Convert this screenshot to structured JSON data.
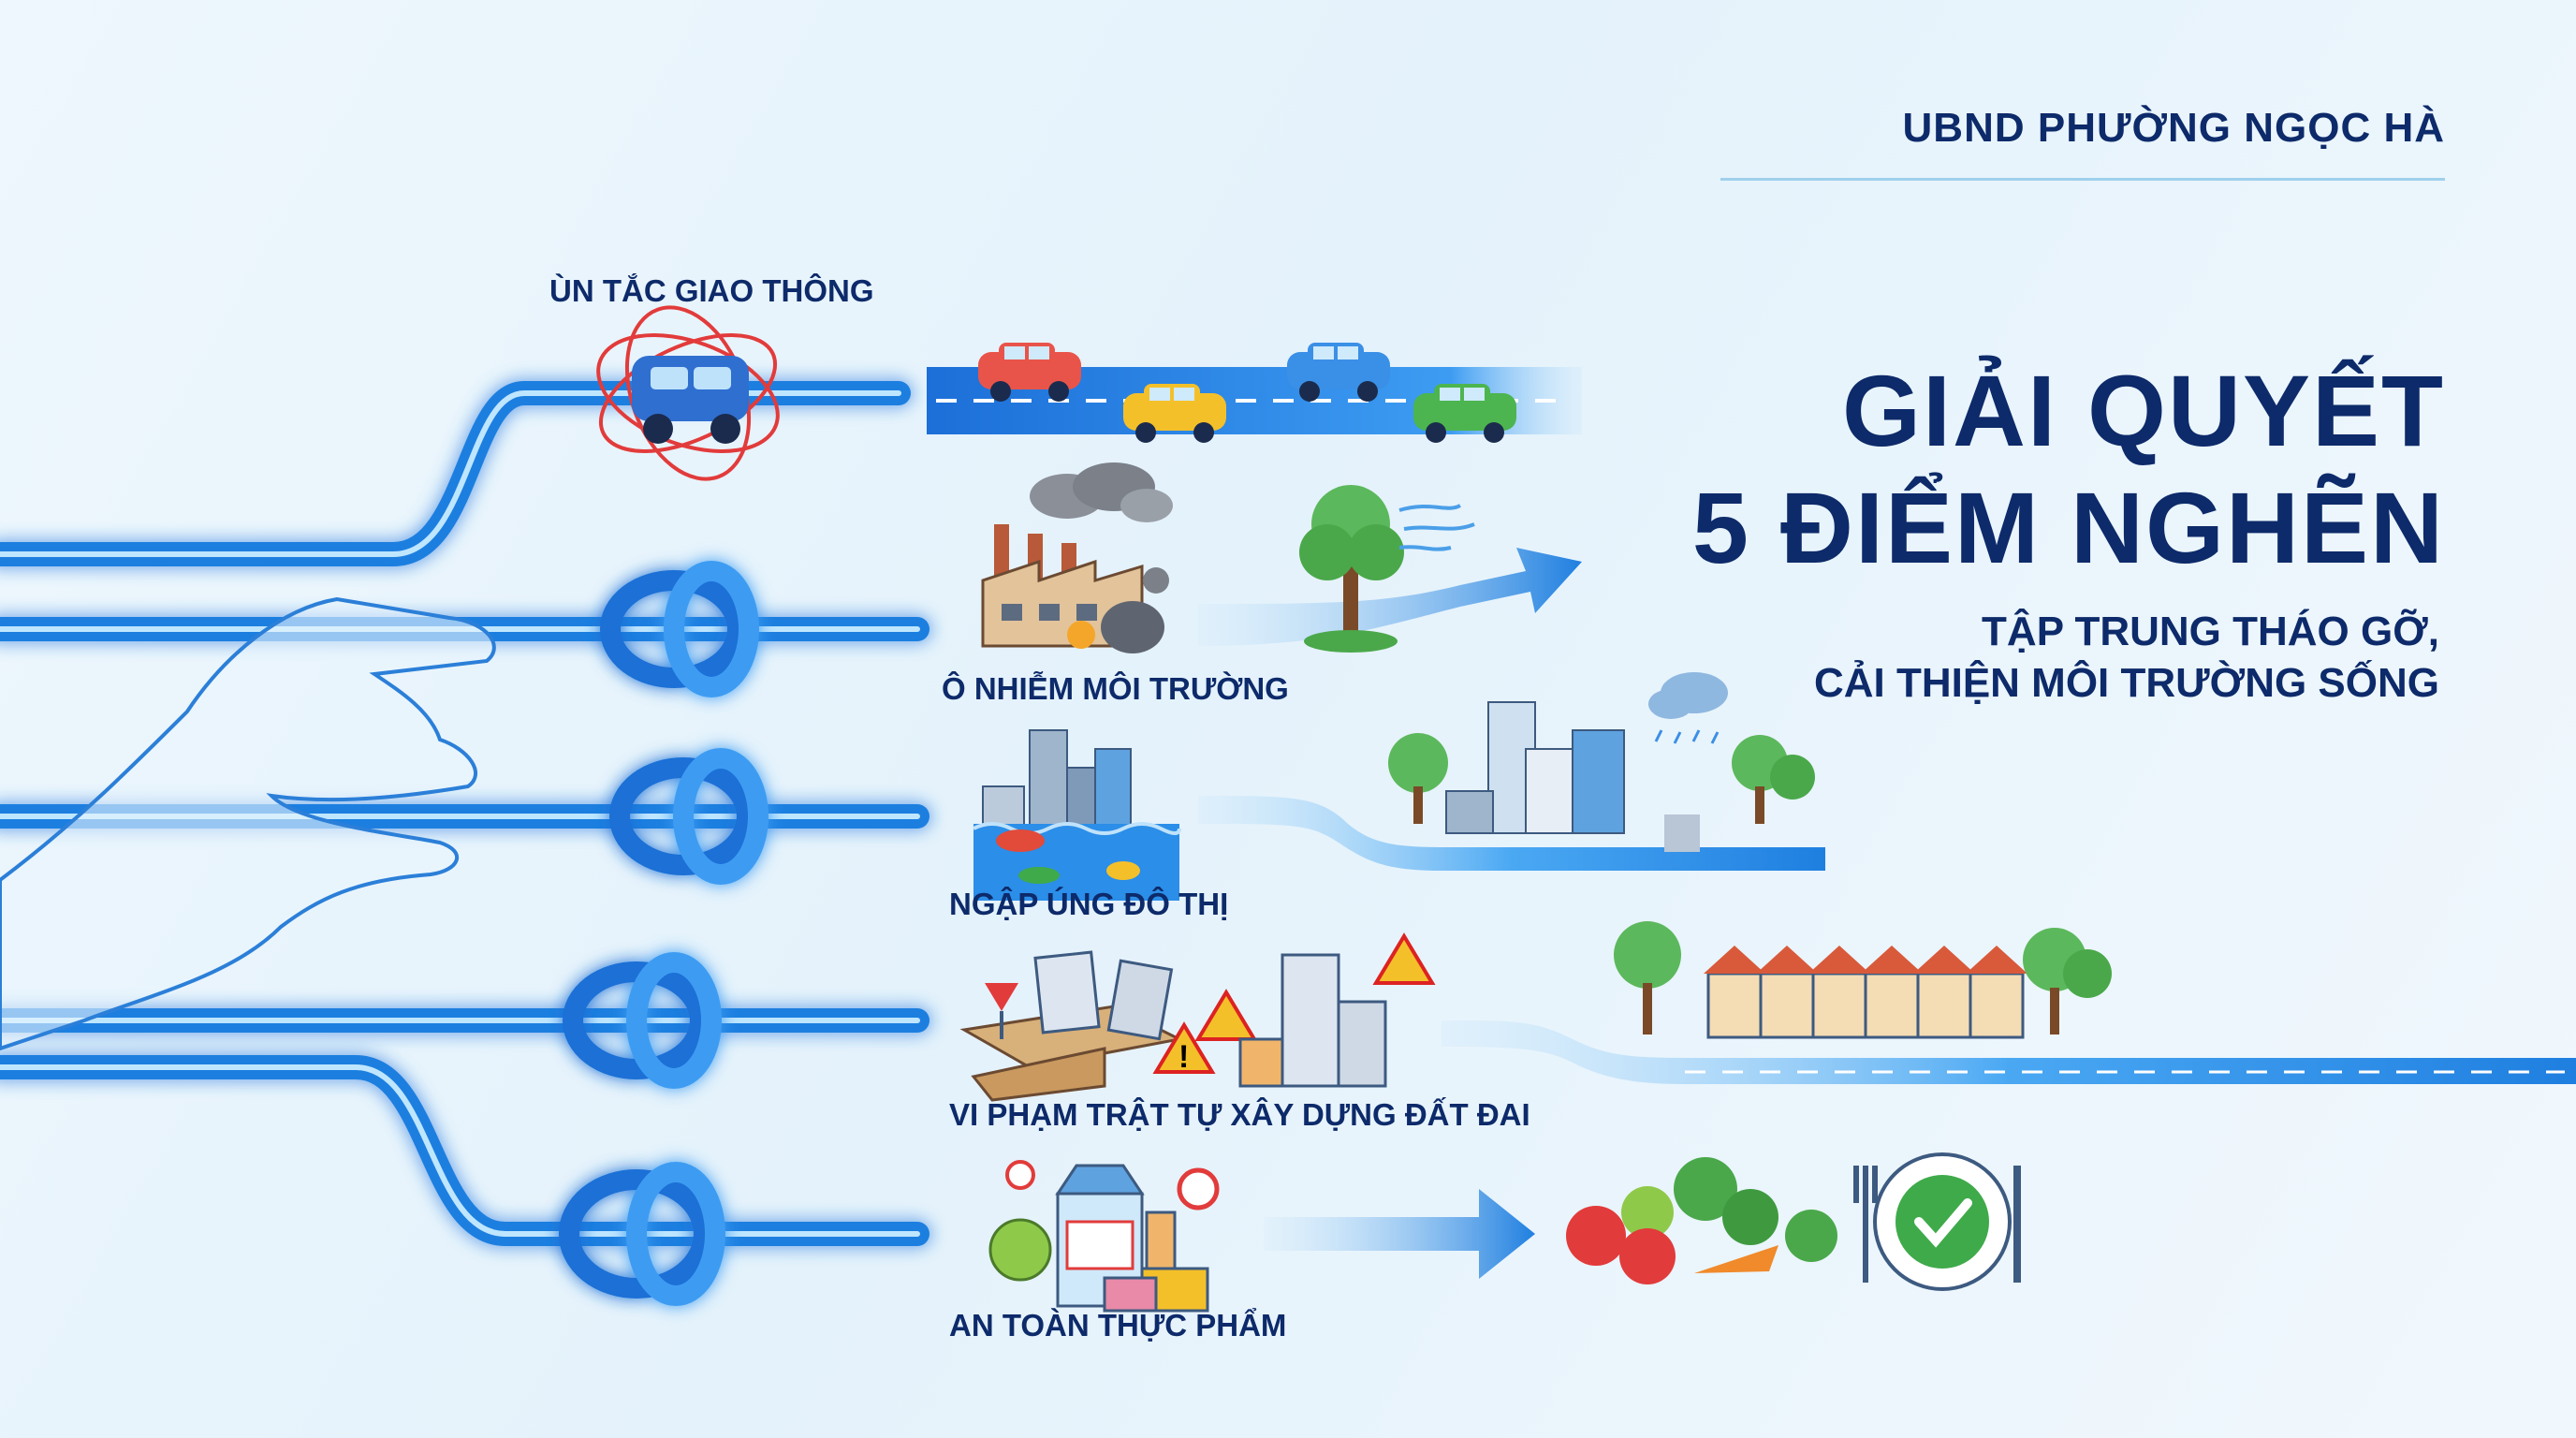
{
  "header": {
    "organization": "UBND PHƯỜNG NGỌC HÀ",
    "title_line1": "GIẢI QUYẾT",
    "title_line2": "5 ĐIỂM NGHẼN",
    "subtitle_line1": "TẬP TRUNG THÁO GỠ,",
    "subtitle_line2": "CẢI THIỆN MÔI TRƯỜNG SỐNG"
  },
  "bottlenecks": [
    {
      "label": "ÙN TẮC GIAO THÔNG",
      "icon": "traffic-jam-icon",
      "outcome_icon": "smooth-traffic-icon"
    },
    {
      "label": "Ô NHIỄM MÔI TRƯỜNG",
      "icon": "polluting-factory-icon",
      "outcome_icon": "clean-air-tree-icon"
    },
    {
      "label": "NGẬP ÚNG ĐÔ THỊ",
      "icon": "flooded-city-icon",
      "outcome_icon": "drained-green-city-icon"
    },
    {
      "label": "VI PHẠM TRẬT TỰ XÂY DỰNG ĐẤT ĐAI",
      "icon": "illegal-construction-icon",
      "outcome_icon": "orderly-townhouses-icon"
    },
    {
      "label": "AN TOÀN THỰC PHẨM",
      "icon": "unsafe-food-icon",
      "outcome_icon": "fresh-food-icon"
    }
  ],
  "colors": {
    "navy": "#0d2a6a",
    "blue": "#1f7fe0",
    "light_blue": "#6fc4ff",
    "warning": "#f4c02a",
    "danger": "#e23b3b",
    "green": "#3faa4a"
  }
}
